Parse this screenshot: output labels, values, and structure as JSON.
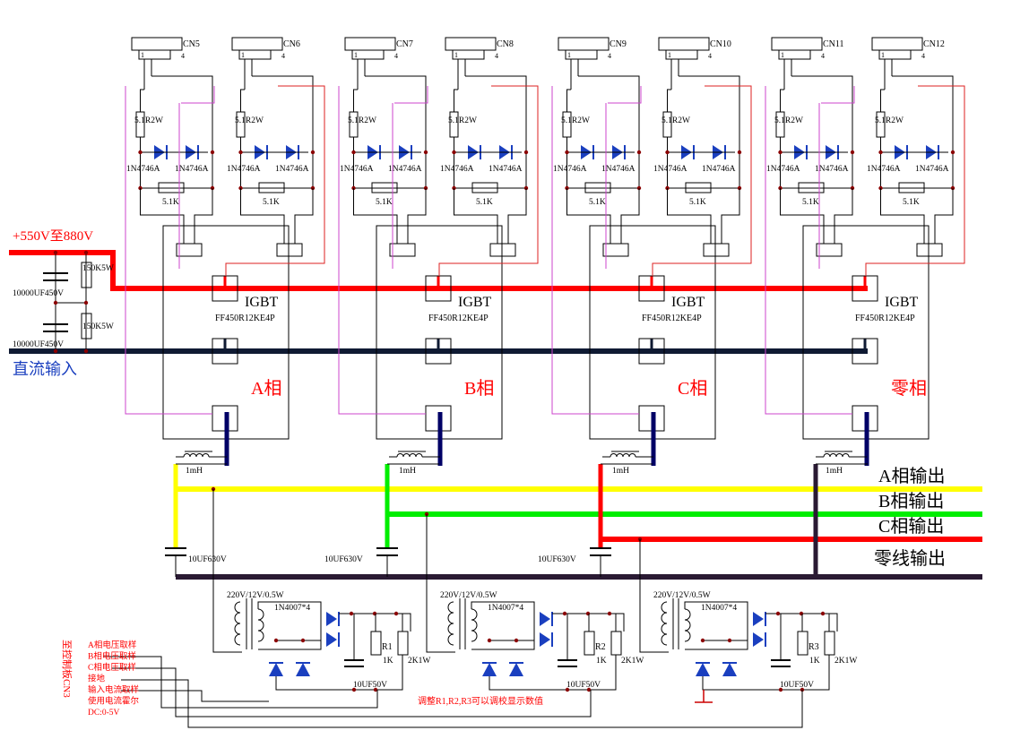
{
  "supply": {
    "voltage_label": "+550V至880V",
    "dc_input_label": "直流输入",
    "capacitor_label": "10000UF450V",
    "resistor_label": "150K5W"
  },
  "modules": [
    {
      "phase": "A相",
      "igbt": "IGBT",
      "part": "FF450R12KE4P",
      "connectors": [
        "CN5",
        "CN6"
      ]
    },
    {
      "phase": "B相",
      "igbt": "IGBT",
      "part": "FF450R12KE4P",
      "connectors": [
        "CN7",
        "CN8"
      ]
    },
    {
      "phase": "C相",
      "igbt": "IGBT",
      "part": "FF450R12KE4P",
      "connectors": [
        "CN9",
        "CN10"
      ]
    },
    {
      "phase": "零相",
      "igbt": "IGBT",
      "part": "FF450R12KE4P",
      "connectors": [
        "CN11",
        "CN12"
      ]
    }
  ],
  "gate_driver": {
    "resistor_top": "5.1R2W",
    "resistor_mid": "5.1K",
    "zener": "1N4746A",
    "pin_1": "1",
    "pin_4": "4"
  },
  "output": {
    "inductor": "1mH",
    "filter_cap": "10UF630V",
    "lines": [
      "A相输出",
      "B相输出",
      "C相输出",
      "零线输出"
    ],
    "colors": {
      "A": "#ffff00",
      "B": "#00ee00",
      "C": "#ff0000",
      "N": "#2a1a33"
    }
  },
  "sampling": {
    "transformer": "220V/12V/0.5W",
    "bridge": "1N4007*4",
    "resistors": [
      "R1",
      "R2",
      "R3"
    ],
    "r_value": "1K",
    "r_load": "2K1W",
    "cap": "10UF50V",
    "note": "调整R1,R2,R3可以调校显示数值",
    "board_label": "至控制板CN3",
    "signal_labels": [
      "A相电压取样",
      "B相电压取样",
      "C相电压取样",
      "接地",
      "输入电流取样",
      "使用电流霍尔",
      "DC:0-5V"
    ]
  },
  "bus_colors": {
    "positive": "#ff0000",
    "negative": "#0f1a33",
    "inductor_out": "#000066",
    "gate_wire": "#cc44cc",
    "gate_wire2": "#dd2222"
  }
}
